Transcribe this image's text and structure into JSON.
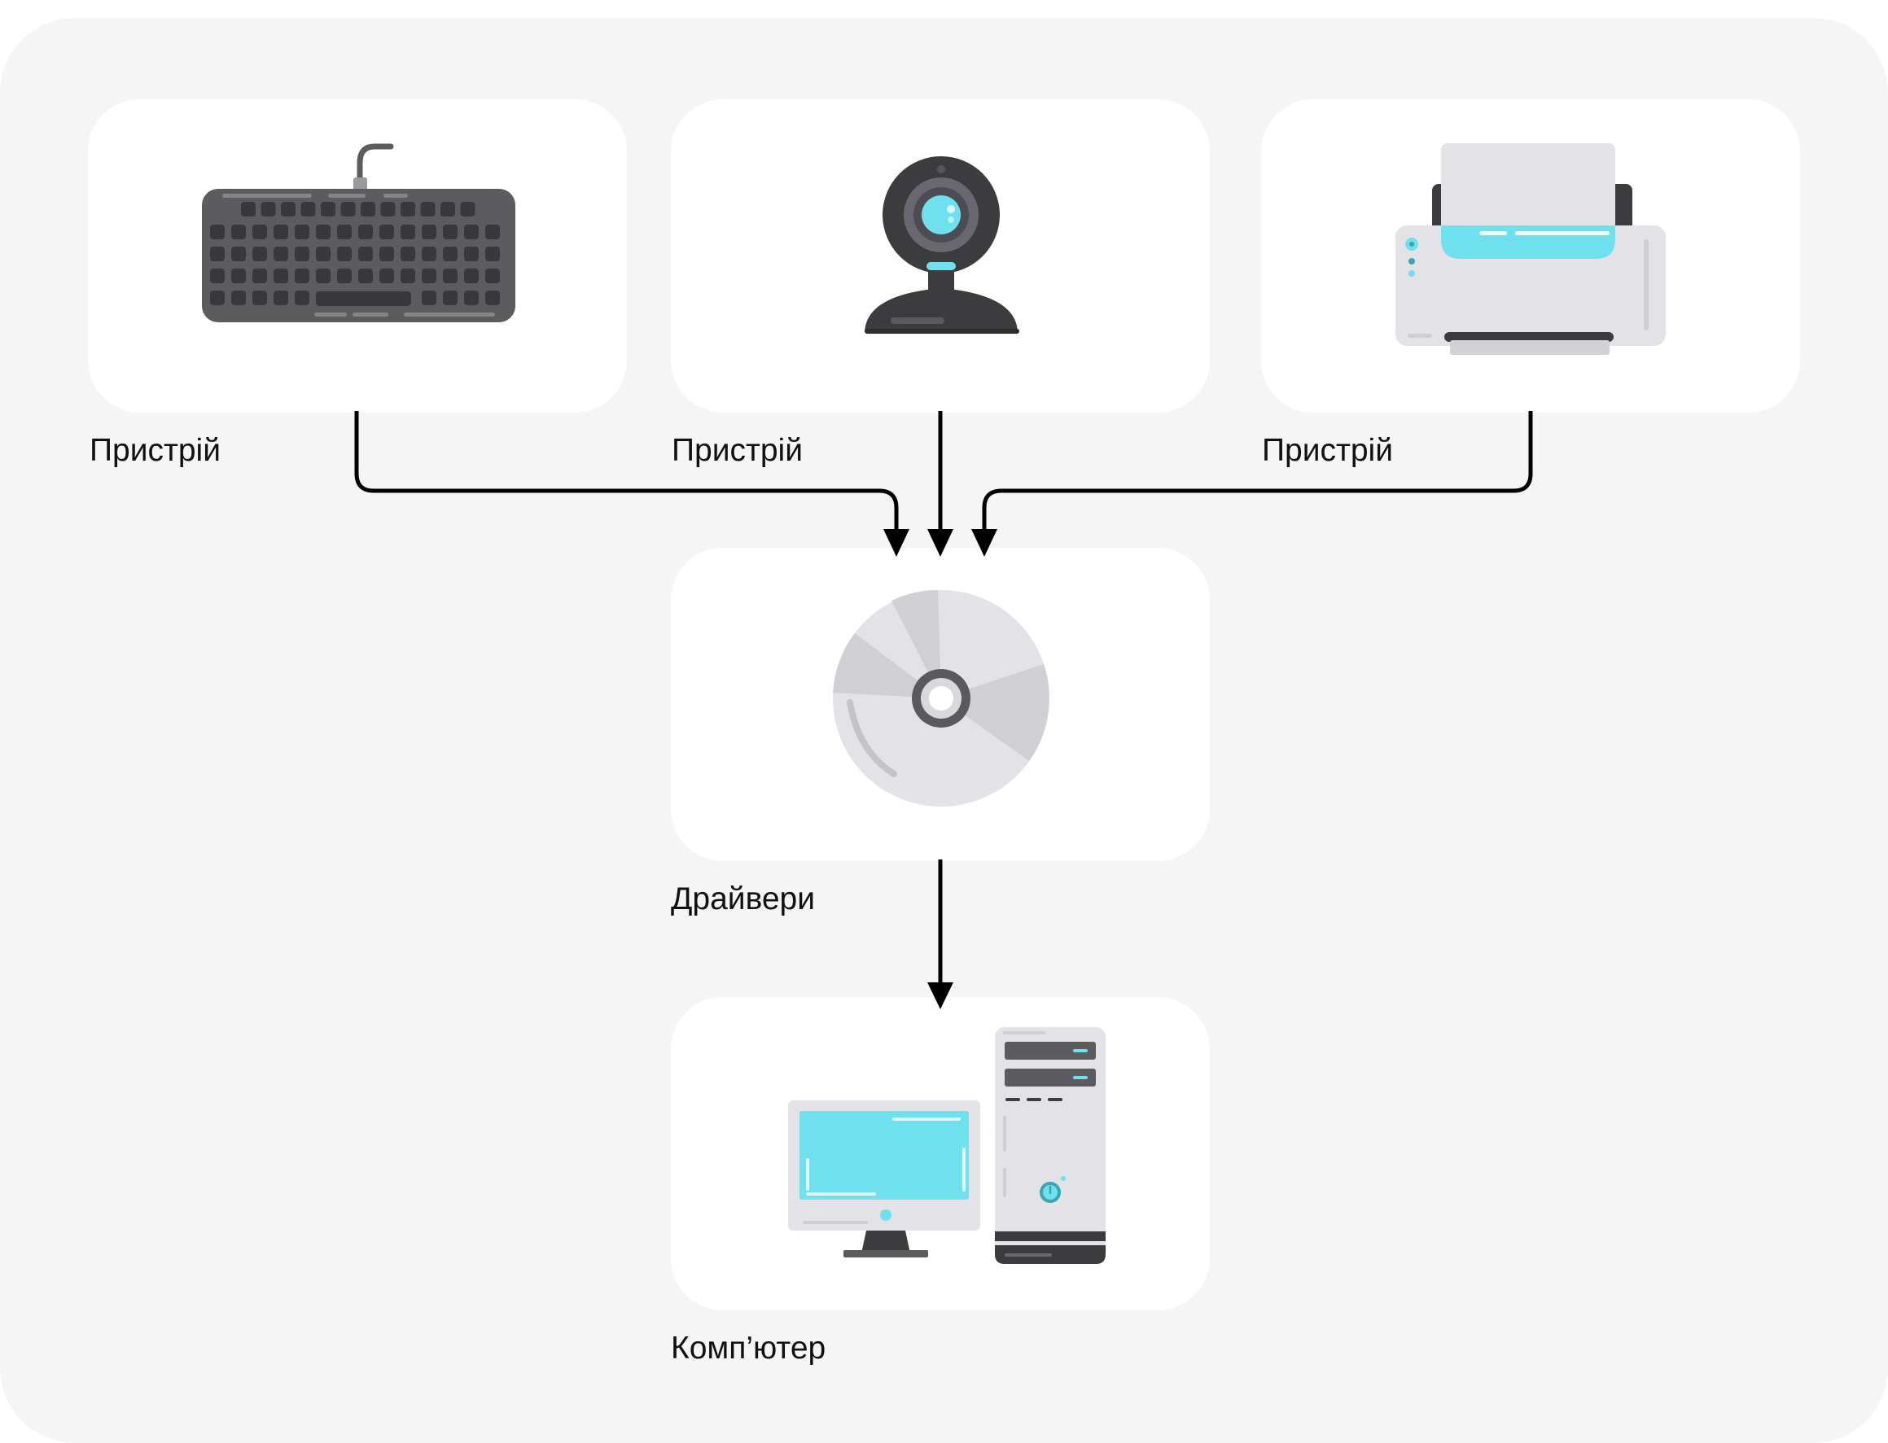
{
  "devices": [
    {
      "label": "Пристрій",
      "icon": "keyboard-icon"
    },
    {
      "label": "Пристрій",
      "icon": "webcam-icon"
    },
    {
      "label": "Пристрій",
      "icon": "printer-icon"
    }
  ],
  "drivers": {
    "label": "Драйвери",
    "icon": "disc-icon"
  },
  "computer": {
    "label": "Комп’ютер",
    "icon": "desktop-computer-icon"
  },
  "colors": {
    "panel": "#f5f5f5",
    "card": "#ffffff",
    "accent_cyan": "#6fe0ee",
    "device_dark": "#5c5c5e",
    "arrow": "#000000"
  }
}
